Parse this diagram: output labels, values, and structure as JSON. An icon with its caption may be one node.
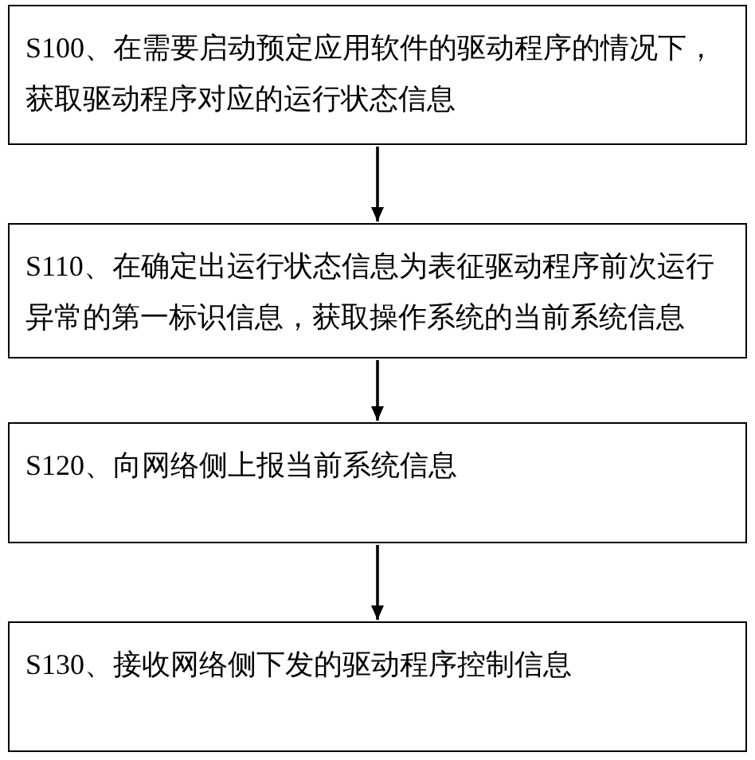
{
  "diagram": {
    "nodes": [
      {
        "text": [
          "S100、在需要启动预定应用软件的驱动程序的情况下，获取驱动程序对应的运行状态信息"
        ]
      },
      {
        "text": [
          "S110、在确定出运行状态信息为表征驱动程序前次运行异常的第一标识信息，获取操作系统的当前系统信息"
        ]
      },
      {
        "text": [
          "S120、向网络侧上报当前系统信息"
        ]
      },
      {
        "text": [
          "S130、接收网络侧下发的驱动程序控制信息"
        ]
      }
    ],
    "edges": [
      {
        "from": 0,
        "to": 1,
        "arrow": "to"
      },
      {
        "from": 1,
        "to": 2,
        "arrow": "to"
      },
      {
        "from": 2,
        "to": 3,
        "arrow": "to"
      }
    ]
  }
}
